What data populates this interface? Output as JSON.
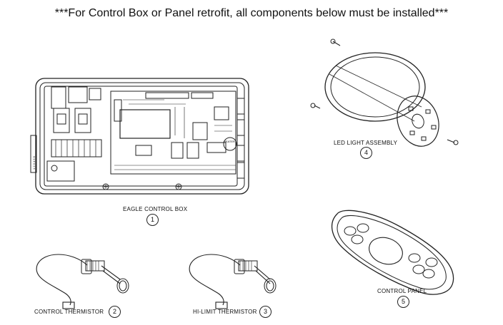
{
  "title": "***For Control Box or Panel retrofit, all components below must be installed***",
  "components": [
    {
      "label": "EAGLE CONTROL BOX",
      "number": "1"
    },
    {
      "label": "CONTROL THERMISTOR",
      "number": "2"
    },
    {
      "label": "HI-LIMIT THERMISTOR",
      "number": "3"
    },
    {
      "label": "LED LIGHT ASSEMBLY",
      "number": "4"
    },
    {
      "label": "CONTROL PANEL",
      "number": "5"
    }
  ],
  "board_text": {
    "heater_label": "HEATER",
    "side_terminal": "1 2 3 4 5 6"
  }
}
